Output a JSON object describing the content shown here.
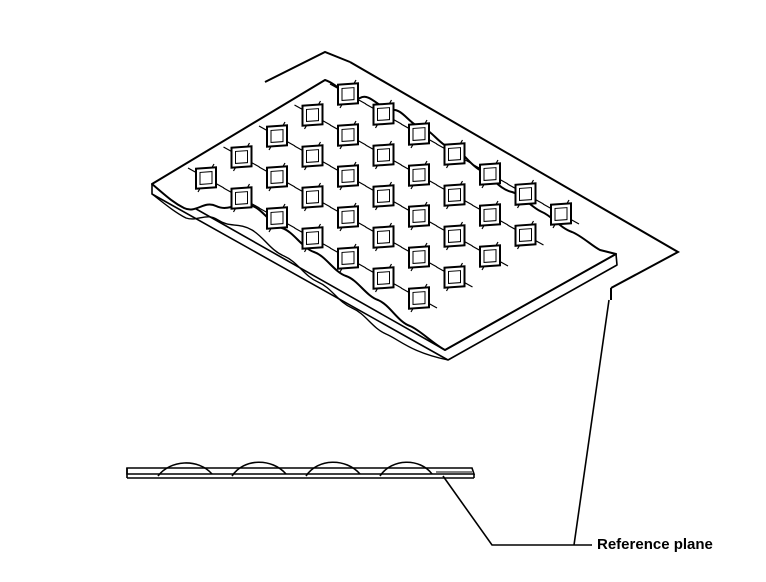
{
  "figure": {
    "annotation": {
      "label": "Reference plane"
    },
    "board": {
      "pad_rows": 5,
      "pad_columns": 7
    },
    "colors": {
      "line": "#000000",
      "background": "#ffffff"
    }
  }
}
